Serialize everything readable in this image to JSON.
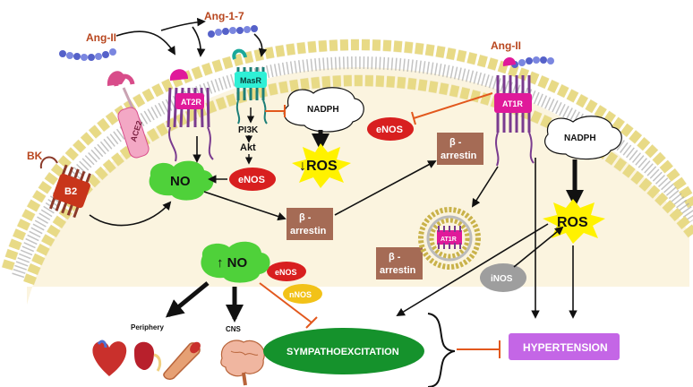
{
  "ligands": {
    "ang_ii_left": "Ang-II",
    "ang_1_7": "Ang-1-7",
    "ang_ii_right": "Ang-II",
    "bk": "BK"
  },
  "receptors": {
    "ace2": "ACE2",
    "at2r": "AT2R",
    "masr": "MasR",
    "at1r": "AT1R",
    "b2": "B2",
    "at1r_internalized": "AT1R"
  },
  "signaling": {
    "pi3k": "PI3K",
    "akt": "Akt",
    "enos_left": "eNOS",
    "enos_right": "eNOS",
    "enos_bottom": "eNOS",
    "nnos": "nNOS",
    "inos": "iNOS",
    "nadph_left": "NADPH",
    "nadph_right": "NADPH",
    "ros_down": "↓ROS",
    "ros": "ROS",
    "no": "NO",
    "no_up": "↑ NO",
    "beta_arrestin_1_a": "β -",
    "beta_arrestin_1_b": "arrestin",
    "beta_arrestin_2_a": "β -",
    "beta_arrestin_2_b": "arrestin",
    "beta_arrestin_3_a": "β -",
    "beta_arrestin_3_b": "arrestin"
  },
  "outcomes": {
    "periphery": "Periphery",
    "cns": "CNS",
    "sympathoexcitation": "SYMPATHOEXCITATION",
    "hypertension": "HYPERTENSION"
  },
  "colors": {
    "membrane_head": "#f3e79a",
    "cytoplasm": "#fbf4df",
    "no_cloud": "#4fd13a",
    "enos": "#d81f1f",
    "nnos": "#f2c218",
    "inos": "#9e9e9e",
    "beta_arrestin": "#a56b55",
    "ros_star": "#fff200",
    "sympatho": "#15922c",
    "hypertension": "#c466e6",
    "inhibit": "#e2581d",
    "ligand_text": "#b8461e"
  }
}
